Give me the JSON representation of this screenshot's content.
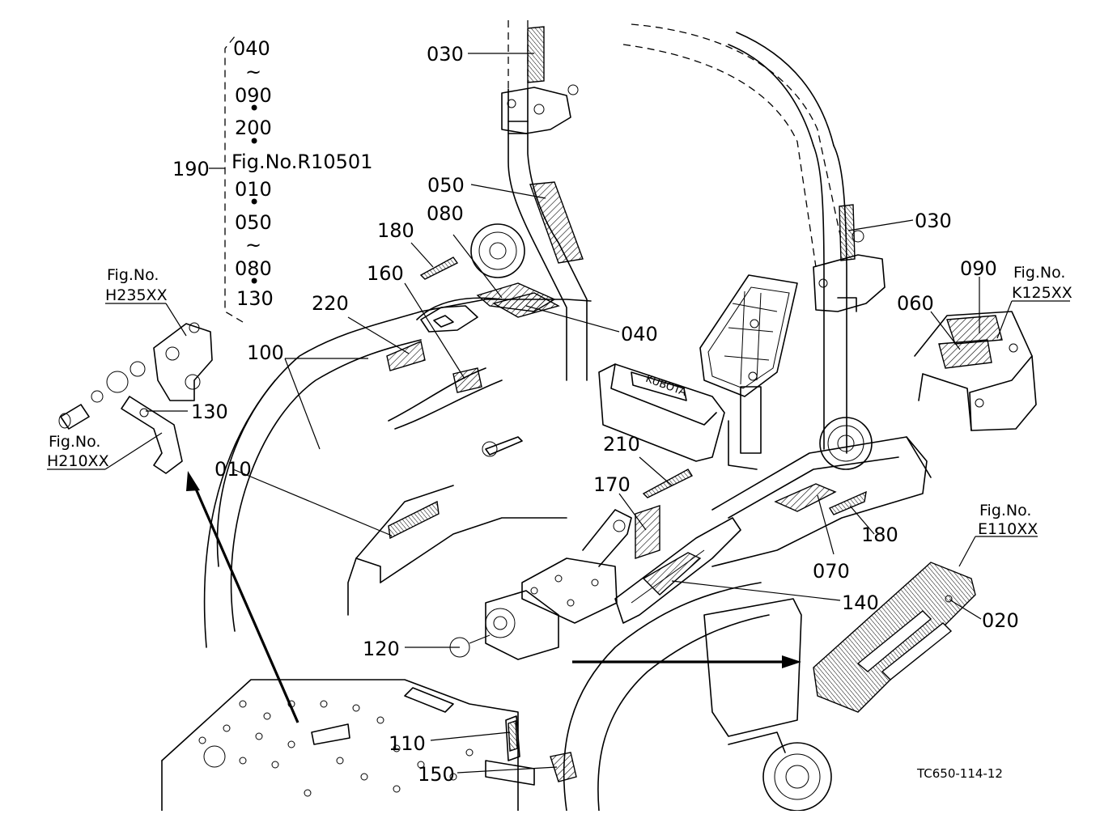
{
  "labels": {
    "p010": "010",
    "p020": "020",
    "p030": "030",
    "p040": "040",
    "p050": "050",
    "p060": "060",
    "p070": "070",
    "p080": "080",
    "p090": "090",
    "p100": "100",
    "p110": "110",
    "p120": "120",
    "p130": "130",
    "p140": "140",
    "p150": "150",
    "p160": "160",
    "p170": "170",
    "p180": "180",
    "p190": "190",
    "p210": "210",
    "p220": "220"
  },
  "bracket_list": {
    "items": [
      "040",
      "~",
      "090",
      "•",
      "200",
      "•",
      "Fig.No.R10501",
      "010",
      "•",
      "050",
      "~",
      "080",
      "•",
      "130"
    ]
  },
  "figure_refs": {
    "h235_title": "Fig.No.",
    "h235_code": "H235XX",
    "h210_title": "Fig.No.",
    "h210_code": "H210XX",
    "k125_title": "Fig.No.",
    "k125_code": "K125XX",
    "e110_title": "Fig.No.",
    "e110_code": "E110XX"
  },
  "drawing_code": "TC650-114-12"
}
